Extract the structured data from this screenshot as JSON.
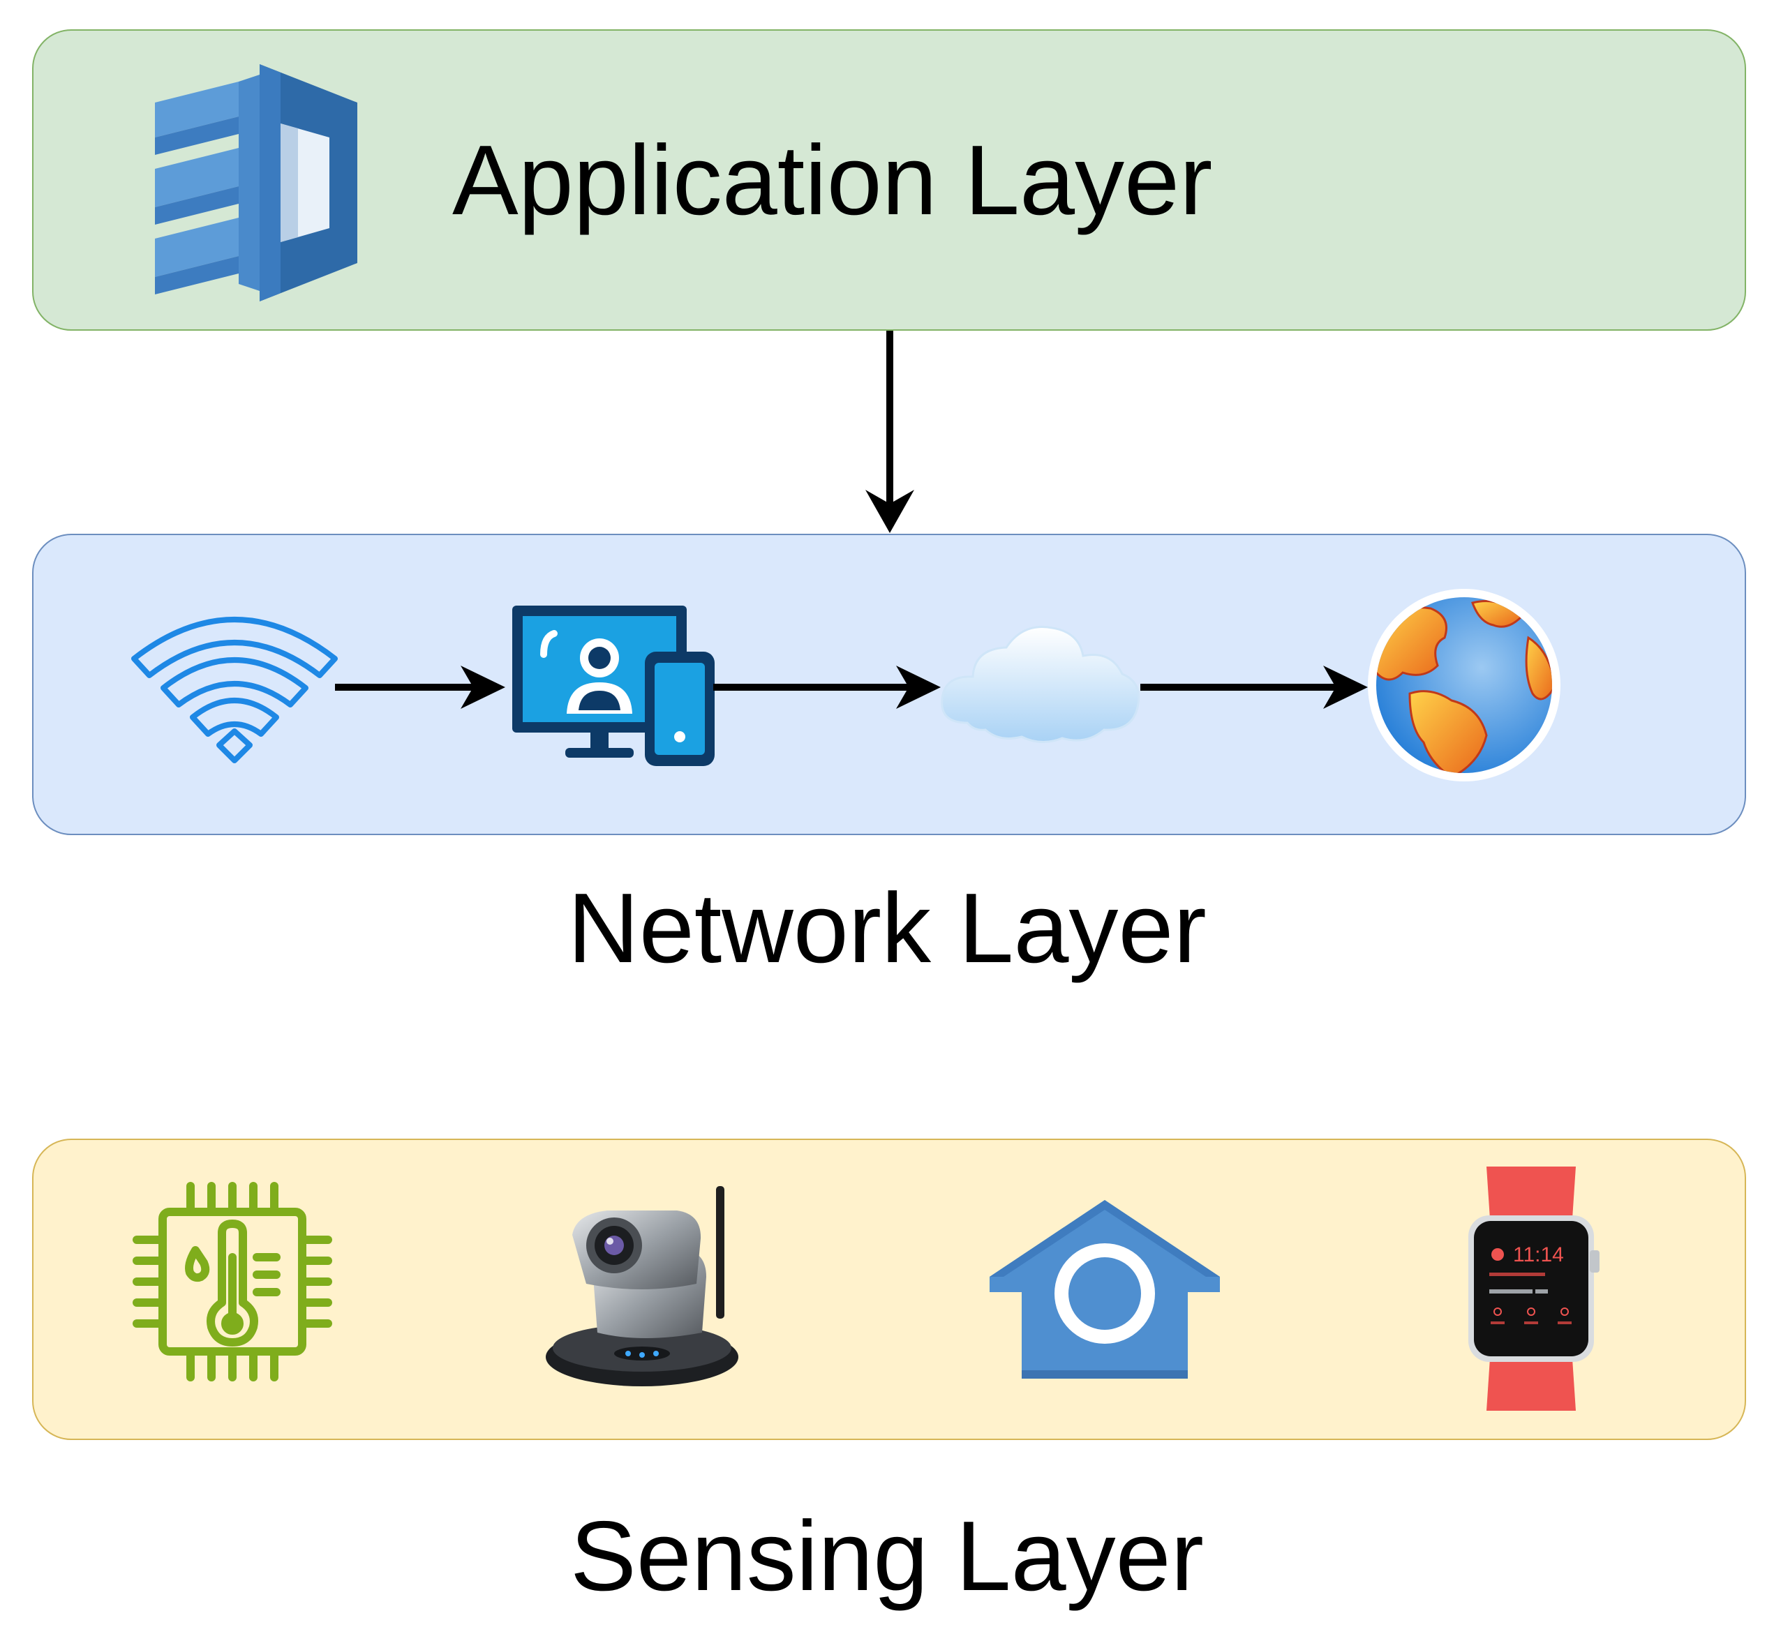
{
  "layers": {
    "application": {
      "title": "Application Layer",
      "fill": "#d5e8d4",
      "stroke": "#82b366",
      "icon": "aws-app-cube-icon"
    },
    "network": {
      "title": "Network Layer",
      "fill": "#dae8fc",
      "stroke": "#6c8ebf",
      "flow_icons": [
        "wifi-icon",
        "devices-icon",
        "cloud-icon",
        "globe-icon"
      ]
    },
    "sensing": {
      "title": "Sensing Layer",
      "fill": "#fff2cc",
      "stroke": "#d6b656",
      "devices": [
        "temperature-sensor-chip-icon",
        "ip-camera-icon",
        "smart-home-icon",
        "smartwatch-icon"
      ],
      "watch_screen": {
        "time": "11:14"
      }
    }
  },
  "connections": [
    {
      "from": "application",
      "to": "network"
    },
    {
      "from": "wifi-icon",
      "to": "devices-icon"
    },
    {
      "from": "devices-icon",
      "to": "cloud-icon"
    },
    {
      "from": "cloud-icon",
      "to": "globe-icon"
    }
  ]
}
